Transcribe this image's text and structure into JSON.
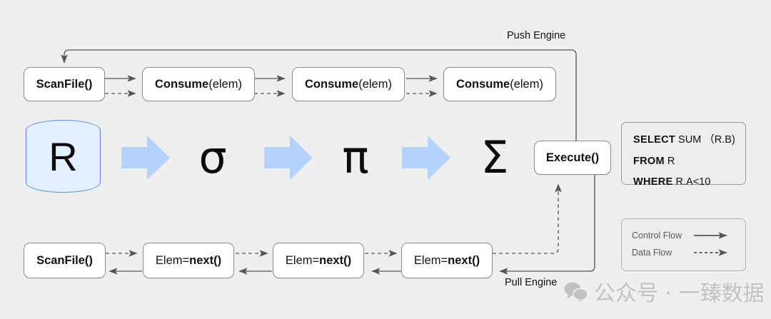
{
  "background": "#efefef",
  "colors": {
    "node_border": "#8c8c8c",
    "node_fill": "#ffffff",
    "cylinder_fill": "#e4efff",
    "cylinder_border": "#4a90e8",
    "block_arrow": "#b3d2fc",
    "flow_line": "#6e6e6e",
    "sql_fill": "#ededed",
    "legend_text": "#5a5a5a",
    "watermark": "#c2c2c2"
  },
  "captions": {
    "push_engine": "Push Engine",
    "pull_engine": "Pull Engine"
  },
  "push_row": {
    "nodes": [
      {
        "name": "scanfile",
        "plain": "ScanFile()",
        "bold": "",
        "rest": ""
      },
      {
        "name": "consume-1",
        "plain": "",
        "bold": "Consume",
        "rest": "(elem)"
      },
      {
        "name": "consume-2",
        "plain": "",
        "bold": "Consume",
        "rest": "(elem)"
      },
      {
        "name": "consume-3",
        "plain": "",
        "bold": "Consume",
        "rest": "(elem)"
      }
    ]
  },
  "pull_row": {
    "nodes": [
      {
        "name": "scanfile",
        "plain": "ScanFile()",
        "bold": "",
        "rest": ""
      },
      {
        "name": "elem-next-1",
        "plain": "",
        "bold": "next()",
        "rest": "Elem="
      },
      {
        "name": "elem-next-2",
        "plain": "",
        "bold": "next()",
        "rest": "Elem="
      },
      {
        "name": "elem-next-3",
        "plain": "",
        "bold": "next()",
        "rest": "Elem="
      }
    ]
  },
  "execute": {
    "label": "Execute()"
  },
  "pipeline": {
    "relation": "R",
    "operators": [
      {
        "name": "selection",
        "glyph": "σ"
      },
      {
        "name": "projection",
        "glyph": "π"
      },
      {
        "name": "aggregation",
        "glyph": "Σ"
      }
    ]
  },
  "sql": {
    "lines": [
      {
        "keyword": "SELECT",
        "value": "SUM （R.B)"
      },
      {
        "keyword": "FROM",
        "value": "R"
      },
      {
        "keyword": "WHERE",
        "value": "R.A<10"
      }
    ]
  },
  "legend": {
    "control_flow": "Control Flow",
    "data_flow": "Data Flow"
  },
  "watermark": {
    "text": "公众号 · 一臻数据"
  }
}
